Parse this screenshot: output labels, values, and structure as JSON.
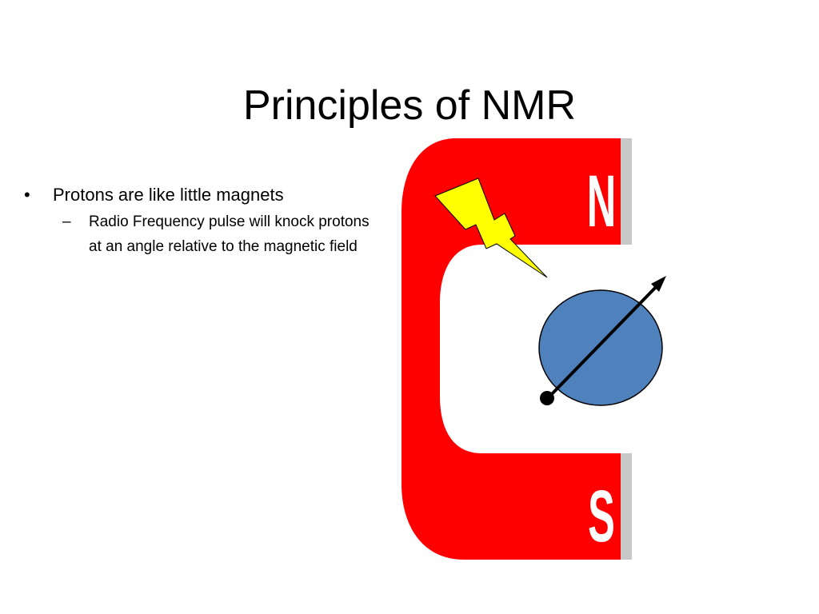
{
  "slide": {
    "title": "Principles of NMR",
    "bullets": [
      {
        "text": "Protons are like little magnets",
        "marker": "•",
        "sub": [
          {
            "text": "Radio Frequency pulse will knock protons at an angle relative to the magnetic field",
            "marker": "–"
          }
        ]
      }
    ]
  },
  "figure": {
    "north_label": "N",
    "south_label": "S",
    "colors": {
      "magnet": "#ff0000",
      "pole_shadow": "#c8c8c8",
      "pole_text": "#ffffff",
      "lightning": "#ffff00",
      "proton": "#4f81bd",
      "arrow": "#000000"
    },
    "icons": [
      "horseshoe-magnet-icon",
      "lightning-bolt-icon",
      "proton-icon",
      "spin-arrow-icon"
    ]
  }
}
